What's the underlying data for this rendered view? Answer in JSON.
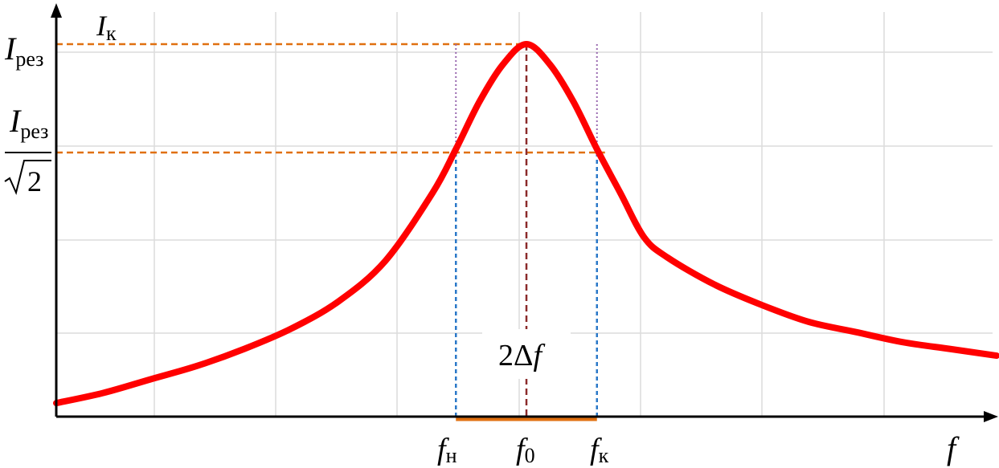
{
  "chart_data": {
    "type": "line",
    "title": "",
    "curve_color": "#ff0000",
    "resonance_line_color": "#e07010",
    "bandwidth_line_color": "#2a78c8",
    "center_line_color": "#8b2a2a",
    "edge_line_color": "#9a6ab0",
    "grid": true,
    "grid_color": "#dcdcdc",
    "axes": {
      "x": {
        "label": "f",
        "min": 0,
        "max": 10
      },
      "y": {
        "label": "I",
        "label_sub": "к",
        "min": 0,
        "max": 1.1
      }
    },
    "series": [
      {
        "x": [
          0,
          0.5,
          1,
          1.5,
          2,
          2.5,
          3,
          3.5,
          4,
          4.25,
          4.5,
          4.75,
          5,
          5.25,
          5.5,
          5.75,
          6,
          6.25,
          6.5,
          7,
          7.5,
          8,
          8.5,
          9,
          9.5,
          10
        ],
        "y": [
          0.04,
          0.07,
          0.11,
          0.15,
          0.2,
          0.26,
          0.34,
          0.46,
          0.66,
          0.79,
          0.93,
          1.04,
          1.1,
          1.04,
          0.93,
          0.79,
          0.66,
          0.53,
          0.47,
          0.39,
          0.33,
          0.28,
          0.25,
          0.22,
          0.2,
          0.18
        ]
      }
    ],
    "markers": {
      "f0": 5,
      "f_low": 4.25,
      "f_high": 5.75,
      "I_res": 1.1,
      "I_half": 0.78
    },
    "labels": {
      "y_axis": {
        "main": "I",
        "sub": "к"
      },
      "x_axis": "f",
      "I_res": {
        "main": "I",
        "sub": "рез"
      },
      "I_res_over_sqrt2": {
        "main": "I",
        "sub": "рез",
        "denominator": "2"
      },
      "f_low": {
        "main": "f",
        "sub": "н"
      },
      "f0": {
        "main": "f",
        "sub": "0"
      },
      "f_high": {
        "main": "f",
        "sub": "к"
      },
      "bandwidth": {
        "prefix": "2Δ",
        "var": "f"
      }
    }
  }
}
